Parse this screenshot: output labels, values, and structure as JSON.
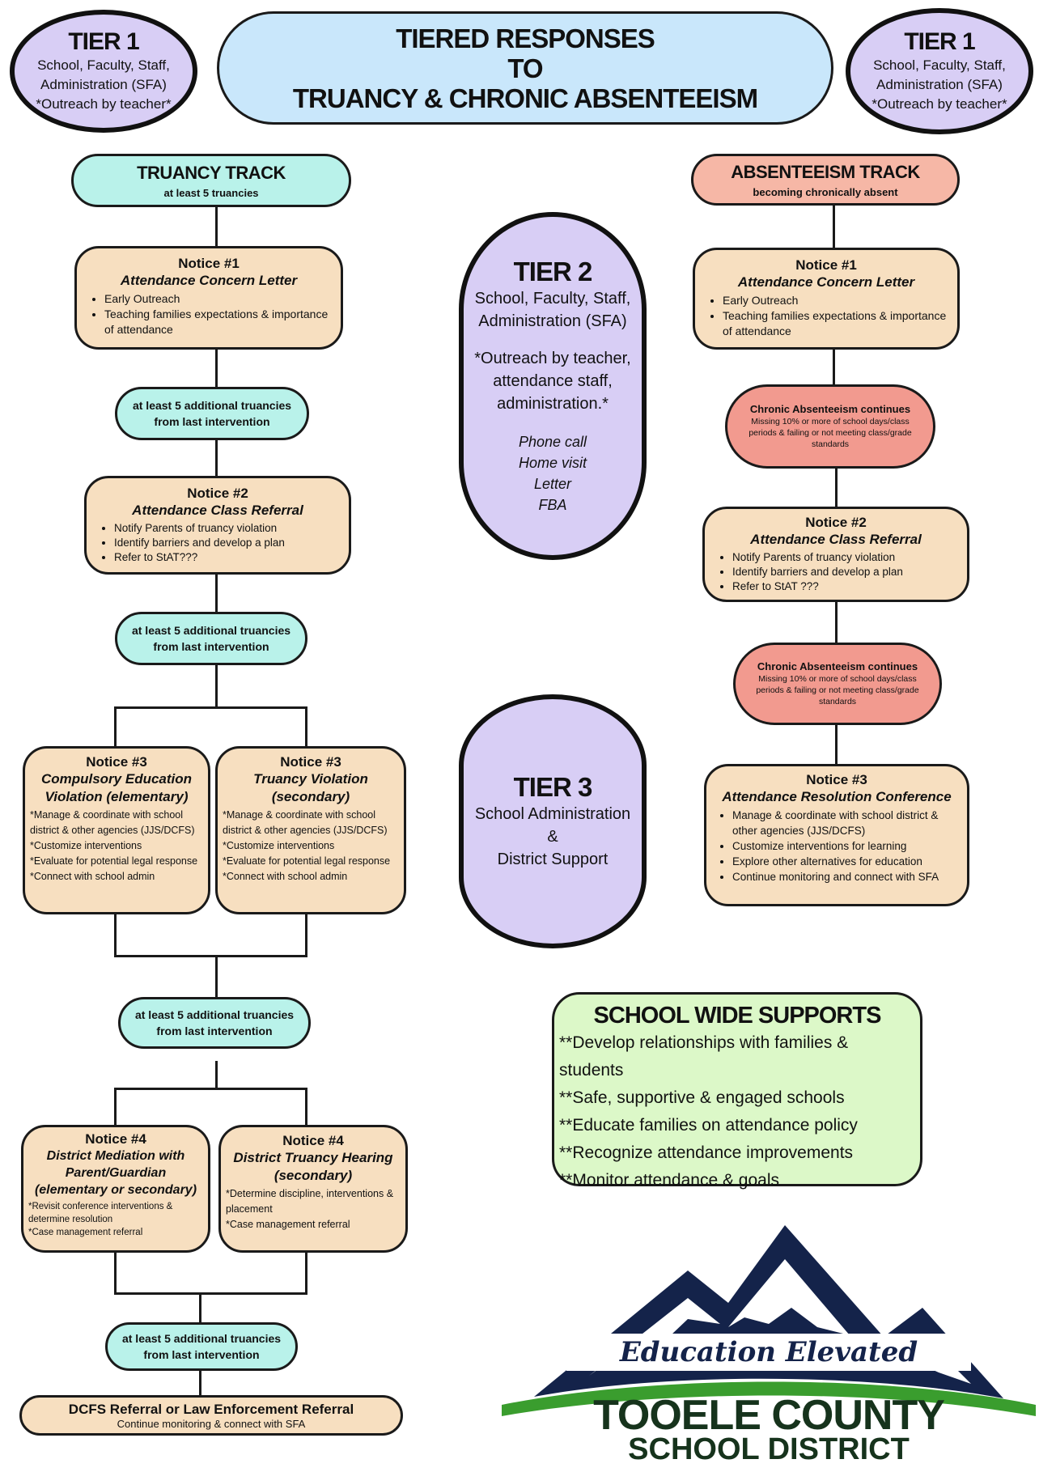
{
  "tier1_left": {
    "title": "TIER 1",
    "line1": "School, Faculty, Staff,",
    "line2": "Administration (SFA)",
    "line3": "*Outreach by teacher*"
  },
  "tier1_right": {
    "title": "TIER 1",
    "line1": "School, Faculty, Staff,",
    "line2": "Administration (SFA)",
    "line3": "*Outreach by teacher*"
  },
  "header": {
    "line1": "TIERED RESPONSES",
    "line2": "TO",
    "line3": "TRUANCY & CHRONIC ABSENTEEISM"
  },
  "truancy": {
    "track_title": "TRUANCY TRACK",
    "track_sub": "at least 5 truancies",
    "notice1": {
      "title": "Notice #1",
      "subtitle": "Attendance Concern Letter",
      "items": [
        "Early Outreach",
        "Teaching families expectations & importance of attendance"
      ]
    },
    "connector1": {
      "line1": "at least 5 additional truancies",
      "line2": "from last intervention"
    },
    "notice2": {
      "title": "Notice #2",
      "subtitle": "Attendance Class Referral",
      "items": [
        "Notify Parents of truancy violation",
        "Identify barriers and develop a plan",
        "Refer to StAT???"
      ]
    },
    "connector2": {
      "line1": "at least 5 additional truancies",
      "line2": "from last intervention"
    },
    "notice3a": {
      "title": "Notice #3",
      "subtitle1": "Compulsory Education",
      "subtitle2": "Violation (elementary)",
      "items": [
        "*Manage & coordinate with school district & other agencies (JJS/DCFS)",
        "*Customize interventions",
        "*Evaluate for potential legal response",
        "*Connect with school admin"
      ]
    },
    "notice3b": {
      "title": "Notice #3",
      "subtitle1": "Truancy Violation",
      "subtitle2": "(secondary)",
      "items": [
        "*Manage & coordinate with school district & other agencies (JJS/DCFS)",
        "*Customize interventions",
        "*Evaluate for potential legal response",
        "*Connect with school admin"
      ]
    },
    "connector3": {
      "line1": "at least 5 additional truancies",
      "line2": "from last intervention"
    },
    "notice4a": {
      "title": "Notice #4",
      "subtitle1": "District Mediation with",
      "subtitle2": "Parent/Guardian",
      "subtitle3": "(elementary or secondary)",
      "items": [
        "*Revisit conference interventions & determine resolution",
        "*Case management referral"
      ]
    },
    "notice4b": {
      "title": "Notice #4",
      "subtitle1": "District Truancy Hearing",
      "subtitle2": "(secondary)",
      "items": [
        "*Determine discipline, interventions & placement",
        "*Case management referral"
      ]
    },
    "connector4": {
      "line1": "at least 5 additional truancies",
      "line2": "from last intervention"
    },
    "final": {
      "title": "DCFS Referral or Law Enforcement Referral",
      "sub": "Continue monitoring & connect with SFA"
    }
  },
  "absenteeism": {
    "track_title": "ABSENTEEISM TRACK",
    "track_sub": "becoming chronically absent",
    "notice1": {
      "title": "Notice #1",
      "subtitle": "Attendance Concern Letter",
      "items": [
        "Early Outreach",
        "Teaching families expectations & importance of attendance"
      ]
    },
    "continues1": {
      "title": "Chronic Absenteeism continues",
      "text": "Missing 10% or more of school days/class periods & failing or not meeting class/grade standards"
    },
    "notice2": {
      "title": "Notice #2",
      "subtitle": "Attendance Class Referral",
      "items": [
        "Notify Parents of truancy violation",
        "Identify barriers and develop a plan",
        "Refer to StAT ???"
      ]
    },
    "continues2": {
      "title": "Chronic Absenteeism continues",
      "text": "Missing 10% or more of school days/class periods & failing or not meeting class/grade standards"
    },
    "notice3": {
      "title": "Notice #3",
      "subtitle": "Attendance Resolution Conference",
      "items": [
        "Manage & coordinate with school district & other agencies (JJS/DCFS)",
        "Customize interventions for learning",
        "Explore other alternatives for education",
        "Continue monitoring and connect with SFA"
      ]
    }
  },
  "tier2": {
    "title": "TIER 2",
    "line1": "School, Faculty, Staff,",
    "line2": "Administration (SFA)",
    "outreach": "*Outreach by teacher, attendance staff, administration.*",
    "methods": [
      "Phone call",
      "Home visit",
      "Letter",
      "FBA"
    ]
  },
  "tier3": {
    "title": "TIER 3",
    "line1": "School Administration",
    "line2": "&",
    "line3": "District Support"
  },
  "school_wide": {
    "title": "SCHOOL WIDE SUPPORTS",
    "items": [
      "**Develop relationships with families & students",
      "**Safe, supportive & engaged schools",
      "**Educate families on attendance policy",
      "**Recognize attendance improvements",
      "**Monitor attendance & goals"
    ]
  },
  "logo": {
    "tagline": "Education Elevated",
    "name1": "TOOELE COUNTY",
    "name2": "SCHOOL DISTRICT"
  },
  "colors": {
    "tier_lavender": "#d8cef5",
    "title_blue": "#c9e7fb",
    "teal": "#b9f2ea",
    "peach": "#f7dfc0",
    "salmon": "#f6b7a6",
    "chronic_red": "#f29a8f",
    "green": "#dcf8c8",
    "logo_navy": "#14234a",
    "logo_green": "#3a9d2e",
    "logo_dark_green": "#16331c"
  }
}
